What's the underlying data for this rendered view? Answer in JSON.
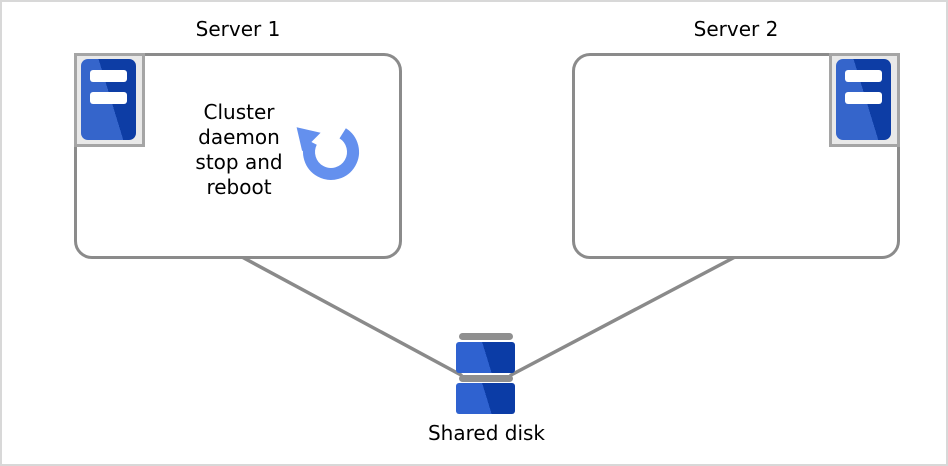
{
  "diagram": {
    "server1": {
      "label": "Server 1",
      "note": "Cluster\ndaemon\nstop and\nreboot"
    },
    "server2": {
      "label": "Server 2"
    },
    "shared_disk": {
      "label": "Shared disk"
    },
    "icons": {
      "server1_icon": "server-tower-icon",
      "server2_icon": "server-tower-icon",
      "reboot_icon": "circular-arrow-reboot-icon",
      "disk_icon": "stacked-disk-icon"
    },
    "colors": {
      "canvas_border": "#d8d8d8",
      "box_border": "#8b8b8b",
      "connector_line": "#8a8a8a",
      "icon_frame_border": "#a5a5a5",
      "icon_frame_fill": "#e9e9e9",
      "server_blue_light": "#3565cb",
      "server_blue_dark": "#0d3da5",
      "disk_blue_light": "#2f62d0",
      "disk_blue_dark": "#0b3ca6",
      "disk_gray_bar": "#8f8f8f",
      "reboot_blue": "#6490ee",
      "text": "#000000"
    }
  }
}
